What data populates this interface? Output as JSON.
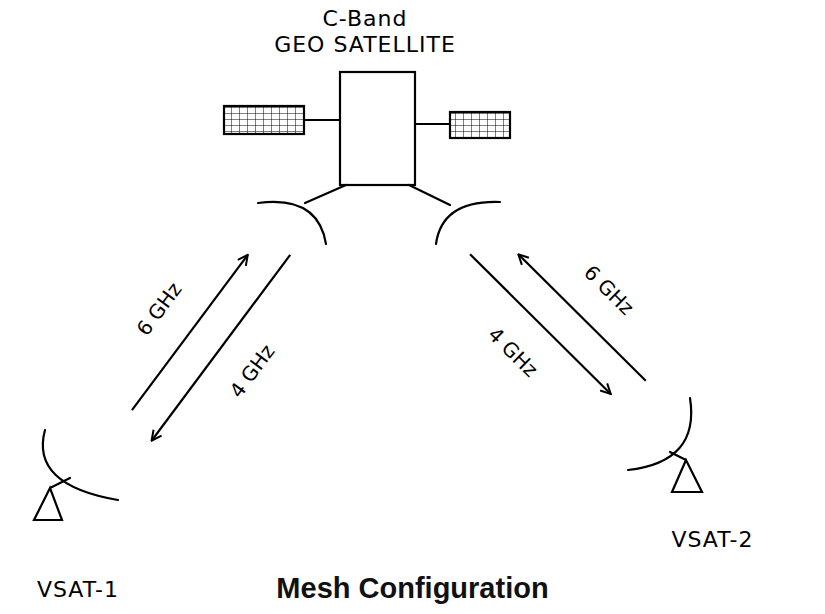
{
  "diagram": {
    "caption": "Mesh Configuration",
    "nodes": [
      {
        "text": [
          "C-Band",
          "GEO SATELLITE"
        ]
      },
      {
        "text": [
          "VSAT-1"
        ]
      },
      {
        "text": [
          "VSAT-2"
        ]
      }
    ],
    "edges": [
      {
        "from": 1,
        "to": 0,
        "arrow": "to",
        "label": "6 GHz"
      },
      {
        "from": 0,
        "to": 1,
        "arrow": "to",
        "label": "4 GHz"
      },
      {
        "from": 2,
        "to": 0,
        "arrow": "to",
        "label": "6 GHz"
      },
      {
        "from": 0,
        "to": 2,
        "arrow": "to",
        "label": "4 GHz"
      }
    ]
  }
}
